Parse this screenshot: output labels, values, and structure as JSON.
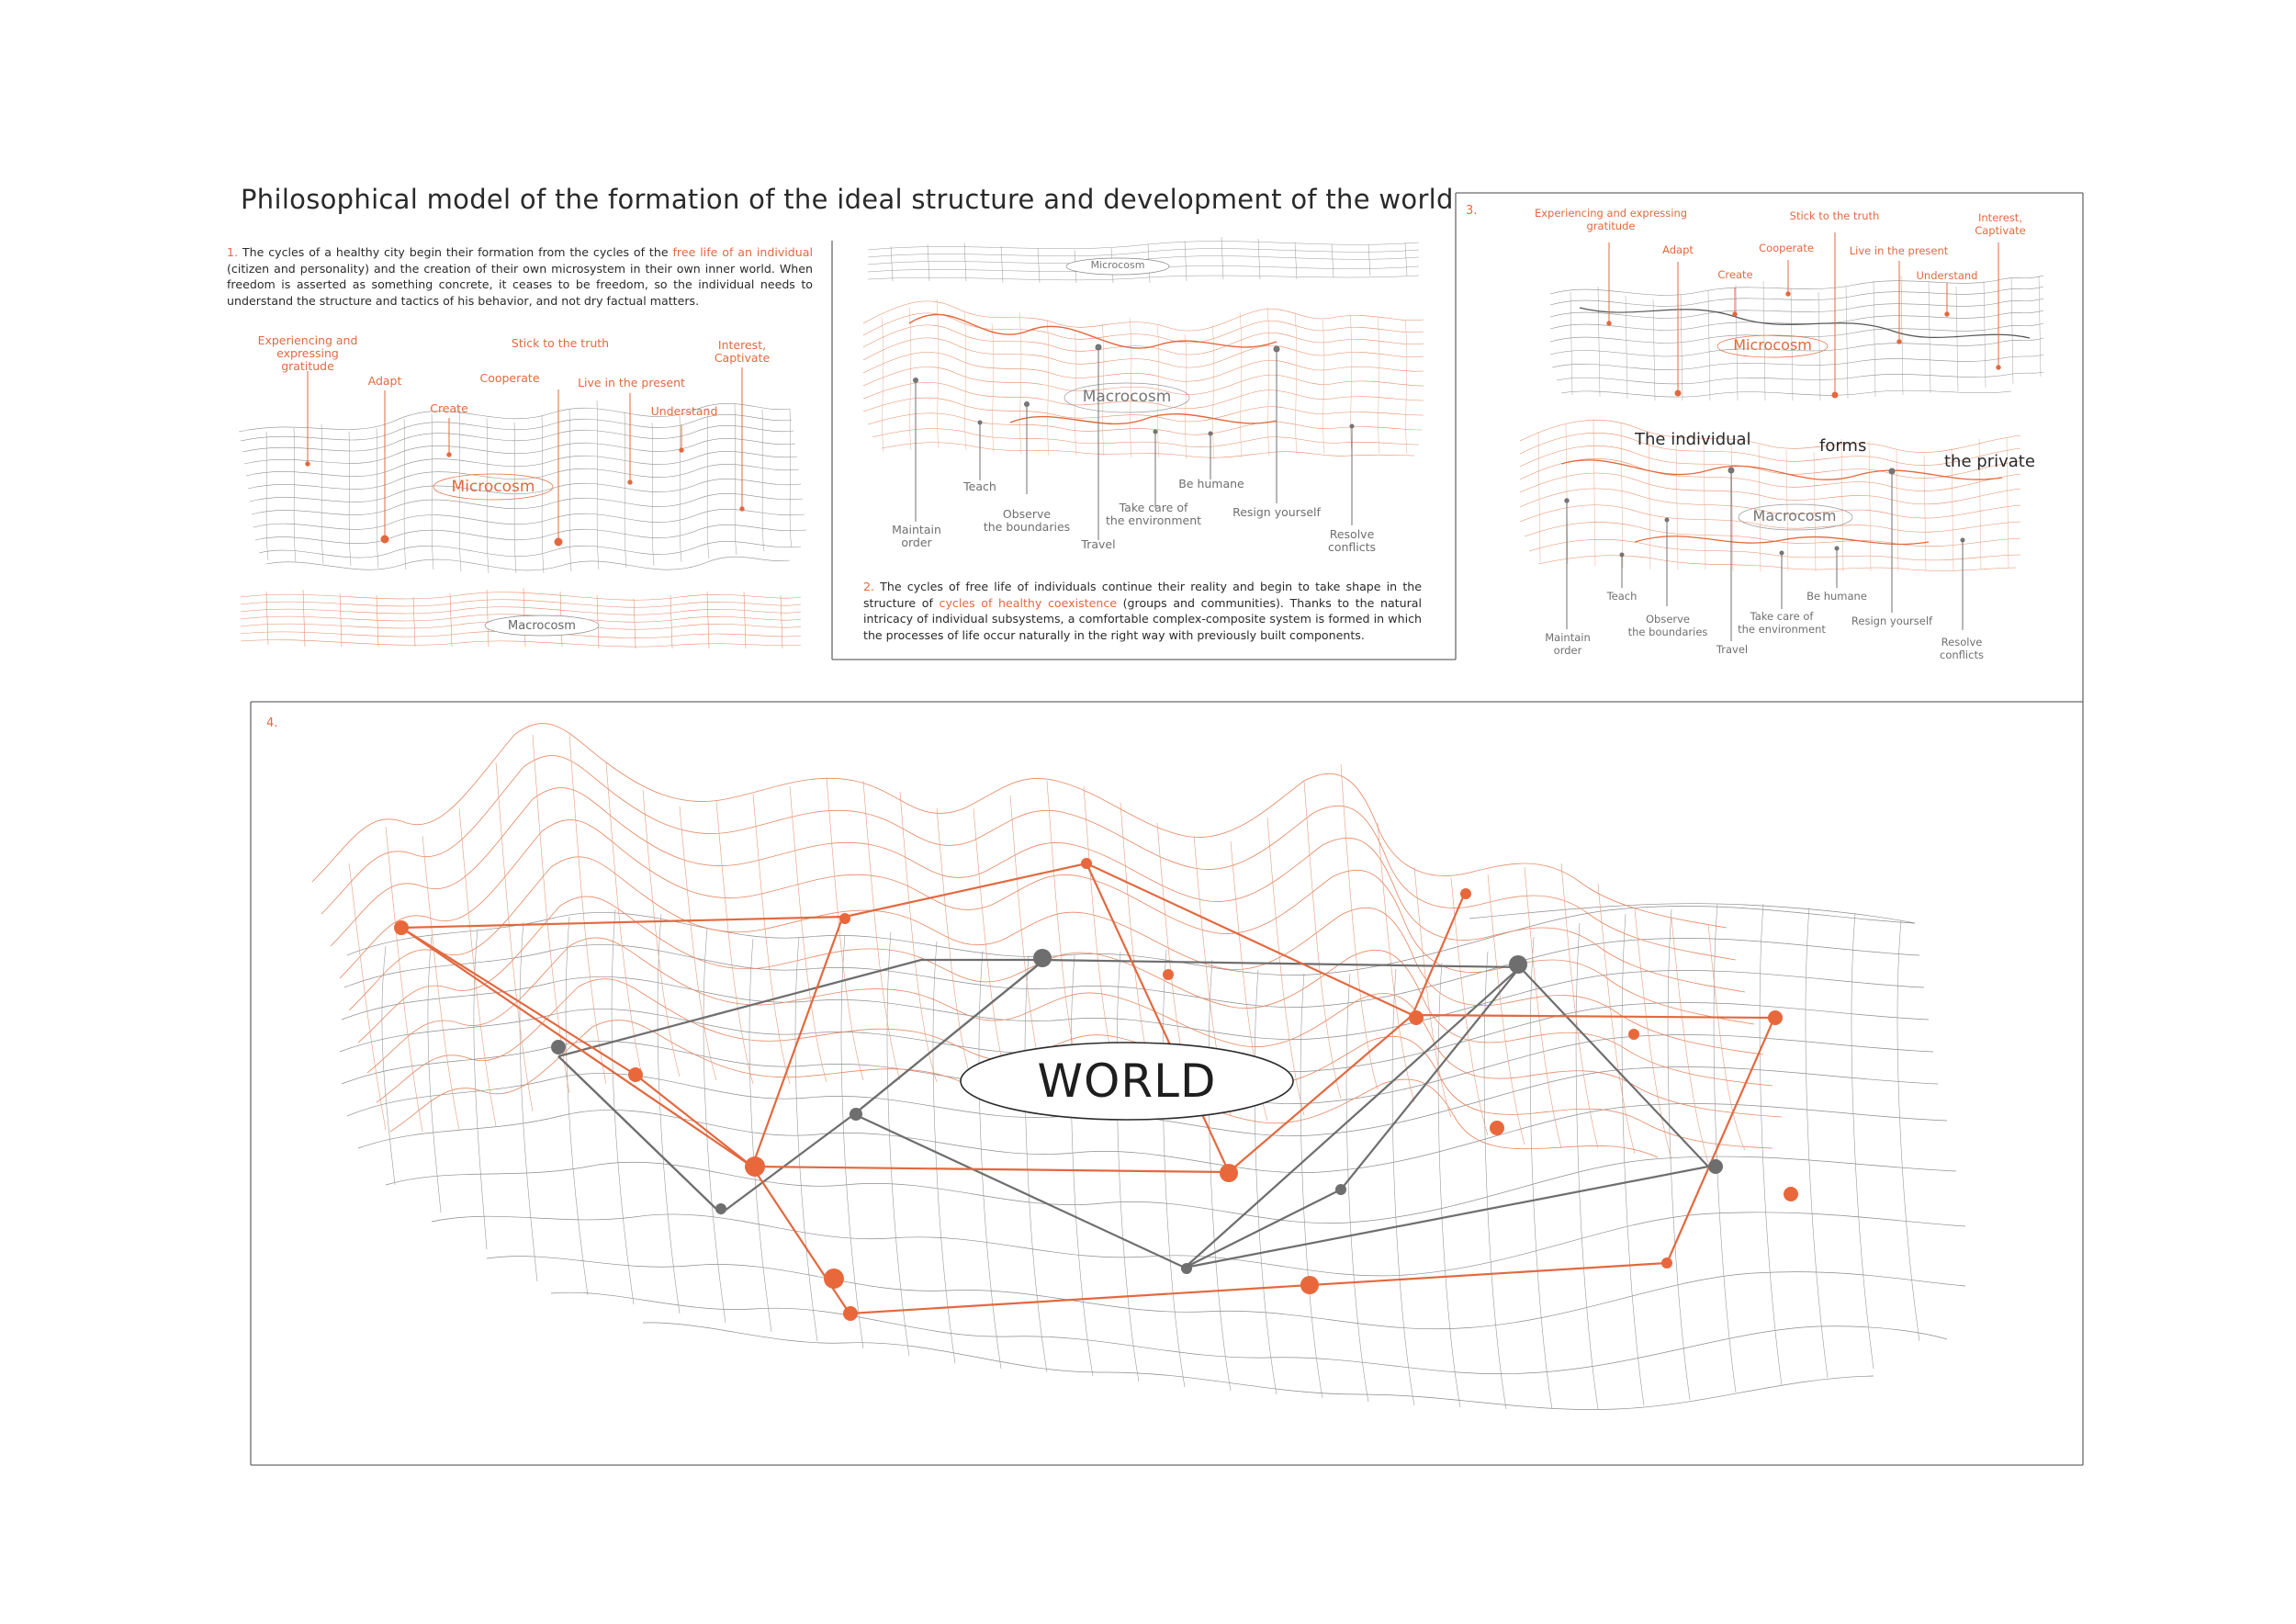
{
  "title": "Philosophical model of the formation of the ideal structure and development of the world",
  "colors": {
    "accent": "#e2693f",
    "mesh_gray": "#8a8a8a",
    "frame": "#6a6a6a"
  },
  "panel1": {
    "number": "1.",
    "text_before": " The cycles of a healthy city begin their formation from the cycles of the ",
    "highlight": "free life of an individual",
    "text_after": " (citizen and personality) and the creation of their own microsystem in their own inner world. When freedom is asserted as something concrete, it ceases to be freedom, so the individual needs to understand the structure and tactics of his behavior, and not dry factual matters.",
    "labels": {
      "gratitude": "Experiencing and expressing\ngratitude",
      "adapt": "Adapt",
      "create": "Create",
      "cooperate": "Cooperate",
      "truth": "Stick to the truth",
      "present": "Live in the present",
      "understand": "Understand",
      "interest": "Interest,\nCaptivate"
    },
    "microcosm": "Microcosm",
    "macrocosm": "Macrocosm"
  },
  "panel2": {
    "number": "2.",
    "text_before": " The cycles of free life of individuals continue their reality and begin to take shape in the structure of ",
    "highlight": "cycles of healthy coexistence",
    "text_after": " (groups and communities). Thanks to the natural intricacy of individual subsystems, a comfortable complex-composite system is formed in which the processes of life occur naturally in the right way with previously built components.",
    "microcosm": "Microcosm",
    "macrocosm": "Macrocosm",
    "labels": {
      "order": "Maintain\norder",
      "teach": "Teach",
      "boundaries": "Observe\nthe boundaries",
      "travel": "Travel",
      "environment": "Take care of\nthe environment",
      "humane": "Be humane",
      "resign": "Resign yourself",
      "conflicts": "Resolve\nconflicts"
    }
  },
  "panel3": {
    "number": "3.",
    "labels": {
      "gratitude": "Experiencing and expressing\ngratitude",
      "adapt": "Adapt",
      "create": "Create",
      "cooperate": "Cooperate",
      "truth": "Stick to the truth",
      "present": "Live in the present",
      "understand": "Understand",
      "interest": "Interest,\nCaptivate",
      "order": "Maintain\norder",
      "teach": "Teach",
      "boundaries": "Observe\nthe boundaries",
      "travel": "Travel",
      "environment": "Take care of\nthe environment",
      "humane": "Be humane",
      "resign": "Resign yourself",
      "conflicts": "Resolve\nconflicts"
    },
    "microcosm": "Microcosm",
    "macrocosm": "Macrocosm",
    "phrase": {
      "a": "The individual",
      "b": "forms",
      "c": "the private"
    }
  },
  "panel4": {
    "number": "4.",
    "center": "WORLD"
  }
}
